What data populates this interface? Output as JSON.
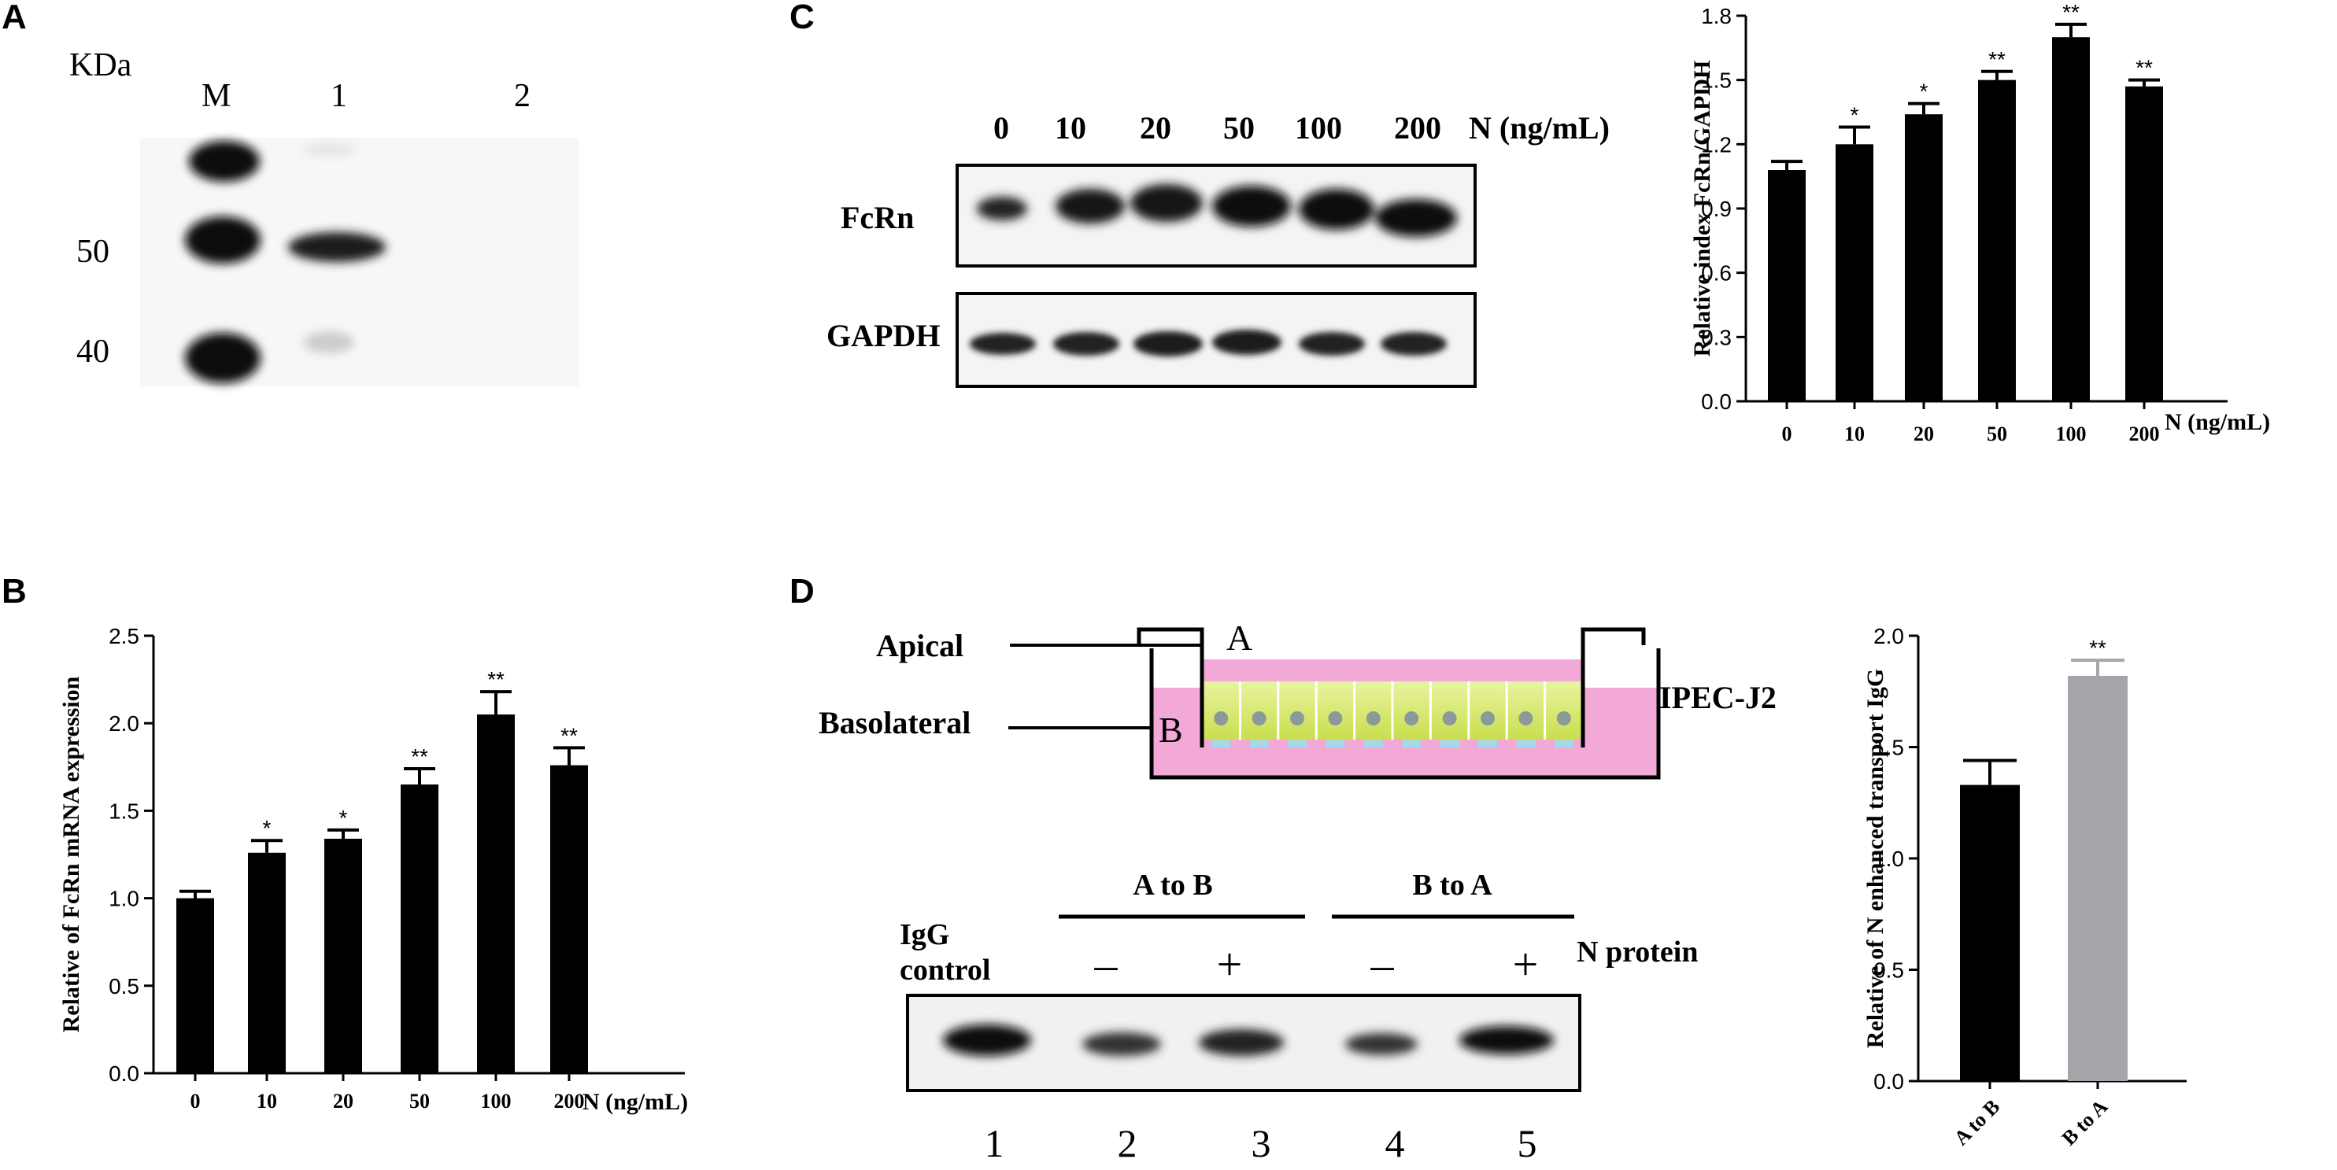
{
  "panels": {
    "a": {
      "letter": "A",
      "unit_label": "KDa",
      "lane_labels": [
        "M",
        "1",
        "2"
      ],
      "marker_labels": [
        "50",
        "40"
      ]
    },
    "b": {
      "letter": "B"
    },
    "c": {
      "letter": "C",
      "dose_labels": [
        "0",
        "10",
        "20",
        "50",
        "100",
        "200"
      ],
      "dose_unit": "N (ng/mL)",
      "blot_row_labels": [
        "FcRn",
        "GAPDH"
      ]
    },
    "d": {
      "letter": "D",
      "schematic": {
        "apical": "Apical",
        "basolateral": "Basolateral",
        "chamber_a": "A",
        "chamber_b": "B",
        "cell_line": "IPEC-J2"
      },
      "blot": {
        "group_a_to_b": "A to B",
        "group_b_to_a": "B to A",
        "control_line1": "IgG",
        "control_line2": "control",
        "minus": "–",
        "plus": "+",
        "n_protein": "N protein",
        "lane_numbers": [
          "1",
          "2",
          "3",
          "4",
          "5"
        ]
      }
    }
  },
  "chart_data": [
    {
      "id": "B",
      "type": "bar",
      "categories": [
        "0",
        "10",
        "20",
        "50",
        "100",
        "200"
      ],
      "values": [
        1.0,
        1.26,
        1.34,
        1.65,
        2.05,
        1.76
      ],
      "errors": [
        0.04,
        0.07,
        0.05,
        0.09,
        0.13,
        0.1
      ],
      "significance": [
        "",
        "*",
        "*",
        "**",
        "**",
        "**"
      ],
      "ylabel": "Relative of FcRn mRNA expression",
      "xlabel": "N (ng/mL)",
      "ylim": [
        0,
        2.5
      ],
      "yticks": [
        "0.0",
        "0.5",
        "1.0",
        "1.5",
        "2.0",
        "2.5"
      ],
      "bar_colors": [
        "#000000"
      ]
    },
    {
      "id": "C",
      "type": "bar",
      "categories": [
        "0",
        "10",
        "20",
        "50",
        "100",
        "200"
      ],
      "values": [
        1.08,
        1.2,
        1.34,
        1.5,
        1.7,
        1.47
      ],
      "errors": [
        0.04,
        0.08,
        0.05,
        0.04,
        0.06,
        0.03
      ],
      "significance": [
        "",
        "*",
        "*",
        "**",
        "**",
        "**"
      ],
      "ylabel": "Relative index FcRn/GAPDH",
      "xlabel": "N (ng/mL)",
      "ylim": [
        0,
        1.8
      ],
      "yticks": [
        "0.0",
        "0.3",
        "0.6",
        "0.9",
        "1.2",
        "1.5",
        "1.8"
      ],
      "bar_colors": [
        "#000000"
      ]
    },
    {
      "id": "D",
      "type": "bar",
      "categories": [
        "A to B",
        "B to A"
      ],
      "values": [
        1.33,
        1.82
      ],
      "errors": [
        0.11,
        0.07
      ],
      "significance": [
        "",
        "**"
      ],
      "ylabel": "Relative of N enhanced transport IgG",
      "xlabel": "",
      "ylim": [
        0,
        2.0
      ],
      "yticks": [
        "0.0",
        "0.5",
        "1.0",
        "1.5",
        "2.0"
      ],
      "bar_colors": [
        "#000000",
        "#a6a6aa"
      ]
    }
  ]
}
